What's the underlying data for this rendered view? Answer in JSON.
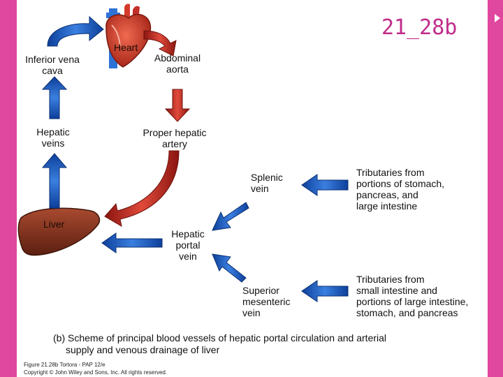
{
  "slide": {
    "title": "21_28b"
  },
  "diagram": {
    "heart_label": "Heart",
    "liver_label": "Liver",
    "inferior_vena_cava": "Inferior vena\ncava",
    "abdominal_aorta": "Abdominal\naorta",
    "hepatic_veins": "Hepatic\nveins",
    "proper_hepatic_artery": "Proper hepatic\nartery",
    "splenic_vein": "Splenic\nvein",
    "hepatic_portal_vein": "Hepatic\nportal\nvein",
    "superior_mesenteric_vein": "Superior\nmesenteric\nvein",
    "tributaries_stomach": "Tributaries from\nportions of stomach,\npancreas, and\nlarge intestine",
    "tributaries_intestine": "Tributaries from\nsmall intestine and\nportions of large intestine,\nstomach, and pancreas"
  },
  "caption": {
    "line1": "(b) Scheme of principal blood vessels of hepatic portal circulation and arterial",
    "line2": "supply and venous drainage of liver"
  },
  "credits": {
    "figure": "Figure 21.28b  Tortora - PAP 12/e",
    "copyright": "Copyright © John Wiley and Sons, Inc. All rights reserved."
  },
  "colors": {
    "accent_band": "#e0479e",
    "title": "#c02c8a",
    "vein_arrow": "#1f5fc4",
    "artery_arrow": "#c22a22",
    "liver": "#7a2e1c"
  }
}
